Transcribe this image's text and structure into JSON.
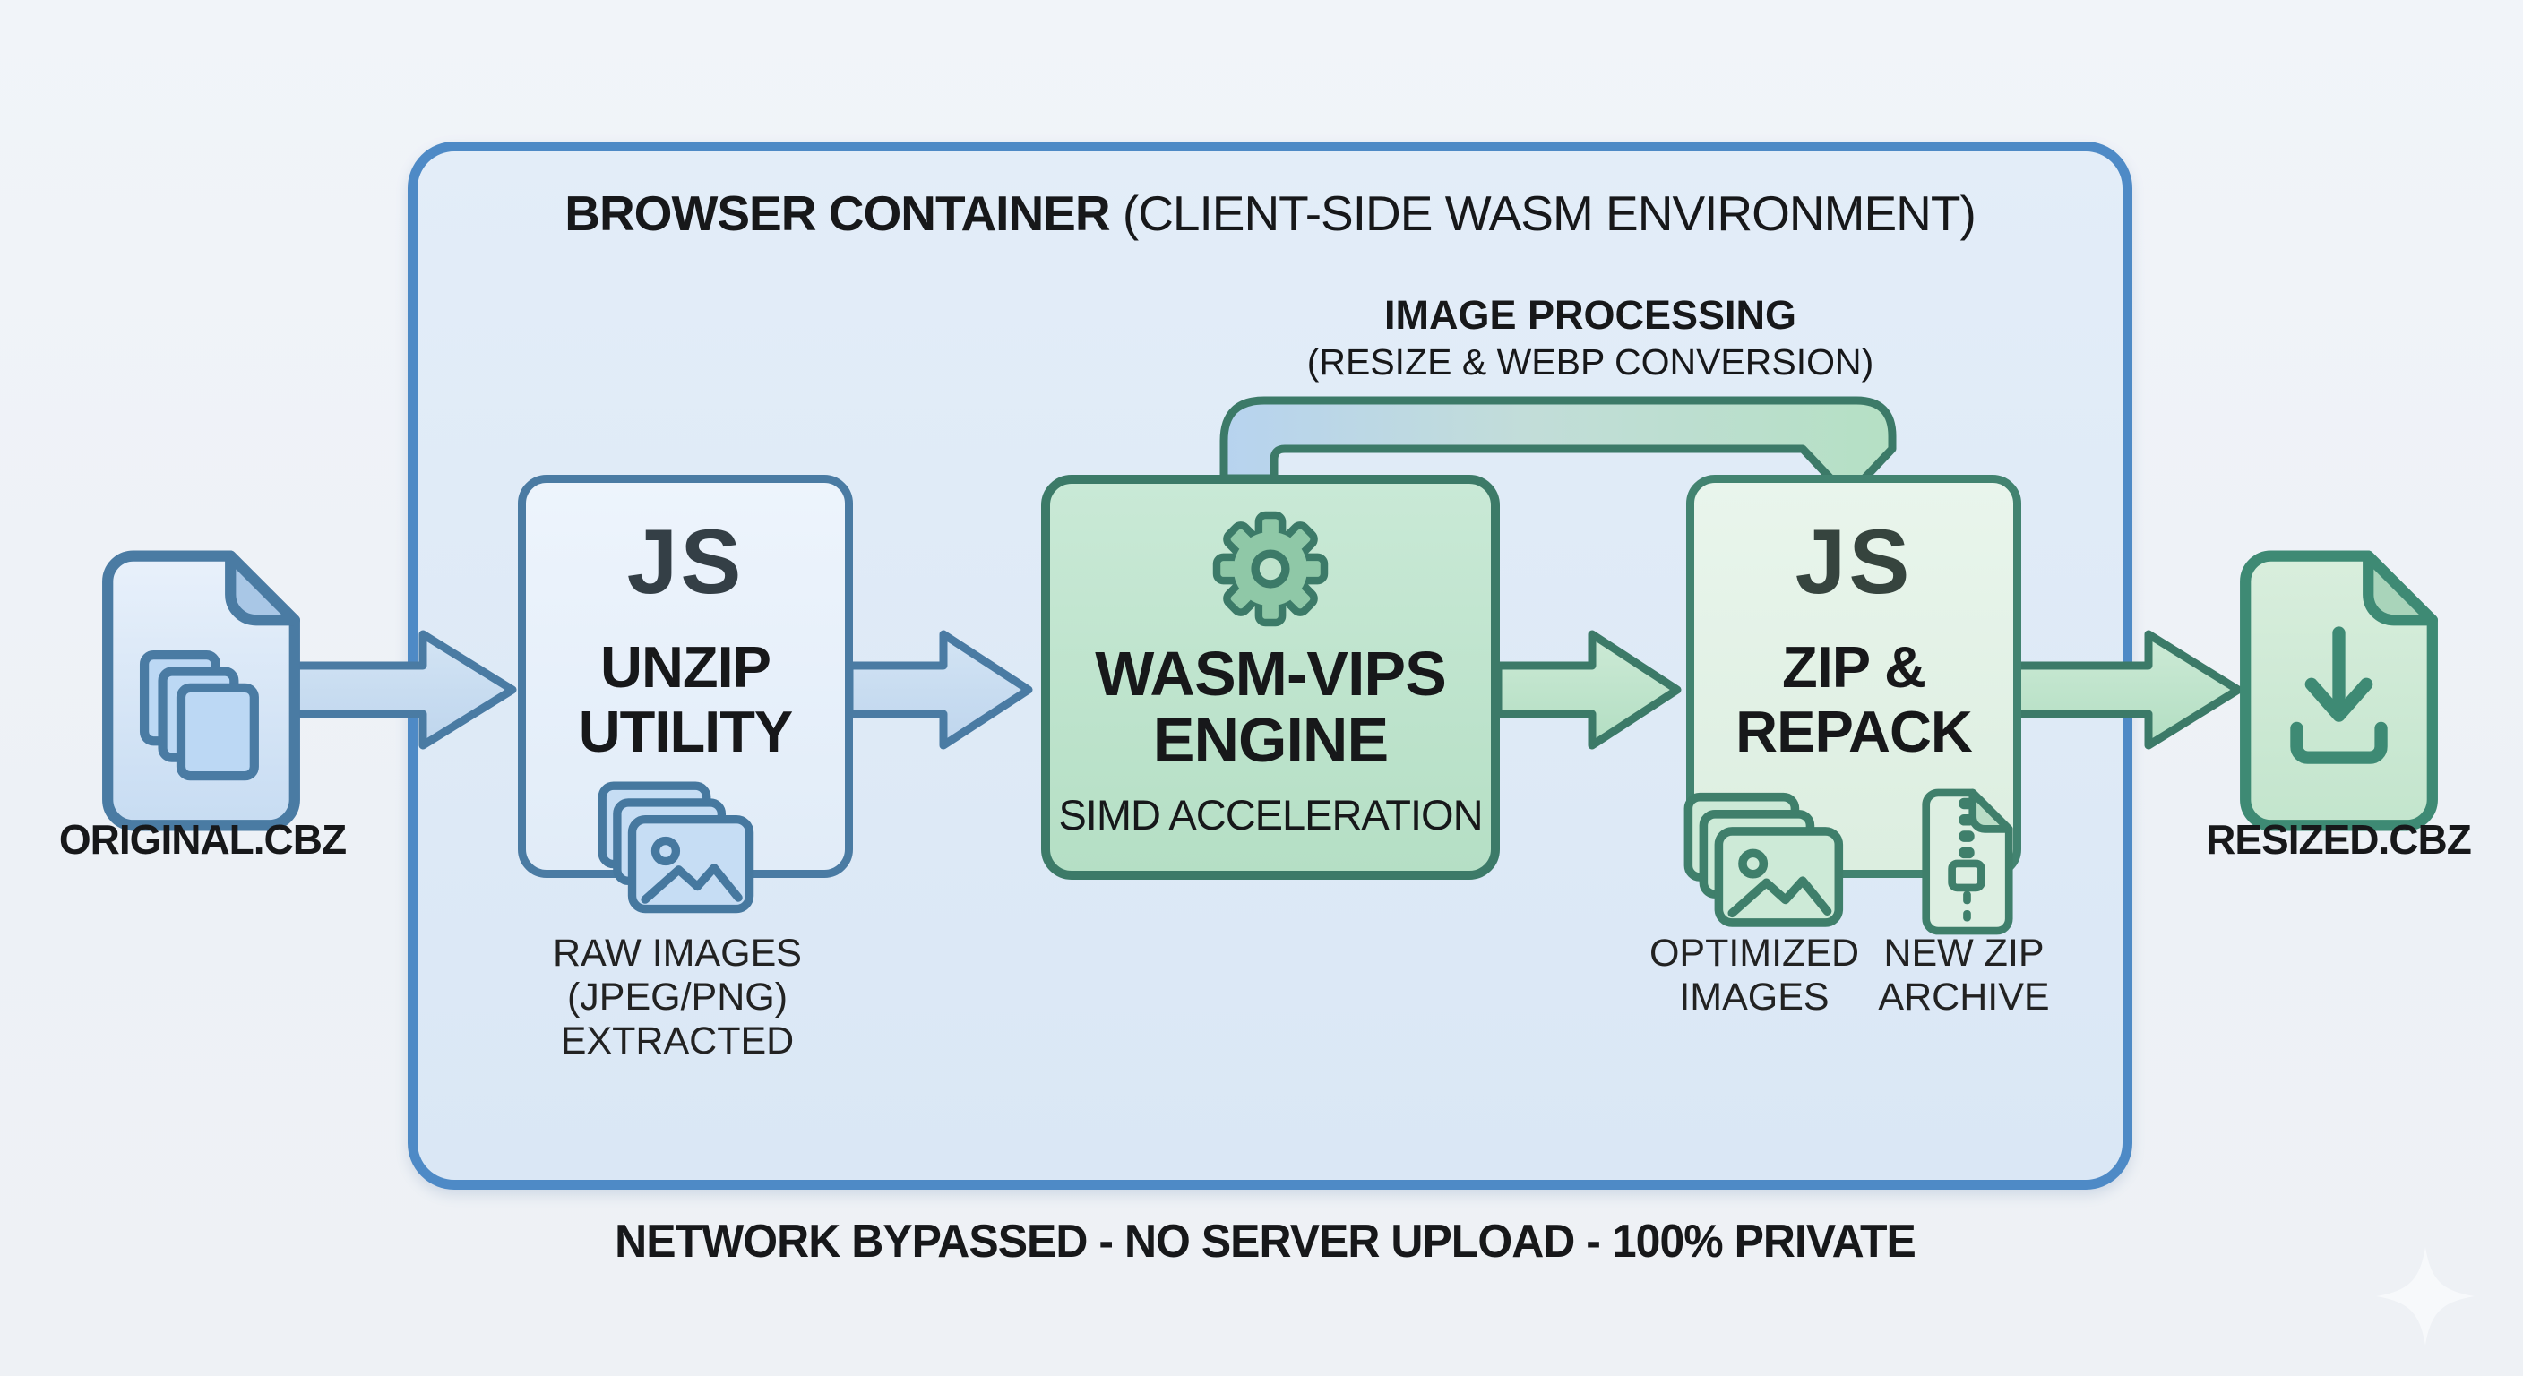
{
  "title": {
    "bold": "BROWSER CONTAINER",
    "rest": " (CLIENT-SIDE WASM ENVIRONMENT)"
  },
  "process_arrow_label": {
    "line1": "IMAGE PROCESSING",
    "line2": "(RESIZE & WEBP CONVERSION)"
  },
  "input_file": {
    "label": "ORIGINAL.CBZ"
  },
  "output_file": {
    "label": "RESIZED.CBZ"
  },
  "boxes": {
    "unzip": {
      "lang": "JS",
      "line1": "UNZIP",
      "line2": "UTILITY",
      "caption_line1": "RAW IMAGES",
      "caption_line2": "(JPEG/PNG)",
      "caption_line3": "EXTRACTED"
    },
    "engine": {
      "line1": "WASM-VIPS",
      "line2": "ENGINE",
      "subtitle": "SIMD ACCELERATION"
    },
    "repack": {
      "lang": "JS",
      "line1": "ZIP &",
      "line2": "REPACK",
      "caption_left_line1": "OPTIMIZED",
      "caption_left_line2": "IMAGES",
      "caption_right_line1": "NEW ZIP",
      "caption_right_line2": "ARCHIVE"
    }
  },
  "footer": "NETWORK BYPASSED - NO SERVER UPLOAD - 100% PRIVATE",
  "icons": [
    "cbz-file-icon",
    "stacked-images-icon",
    "gear-icon",
    "zip-archive-icon",
    "download-file-icon",
    "flow-arrow-icon",
    "curved-process-arrow-icon",
    "sparkle-icon"
  ],
  "colors": {
    "page_bg": "#eef1f6",
    "container_fill": "#dfe9f6",
    "container_border": "#4e8ac6",
    "blue_box_fill": "#e7f0fa",
    "blue_outline": "#4a7ba3",
    "blue_arrow_fill": "#c9ddf1",
    "green_box_fill": "#bfe3cc",
    "green_box_light_fill": "#e2f1e6",
    "green_outline": "#3c7a68",
    "green_arrow_fill": "#bfe4cb",
    "gear_fill": "#8fc8a7",
    "text": "#17181a"
  }
}
